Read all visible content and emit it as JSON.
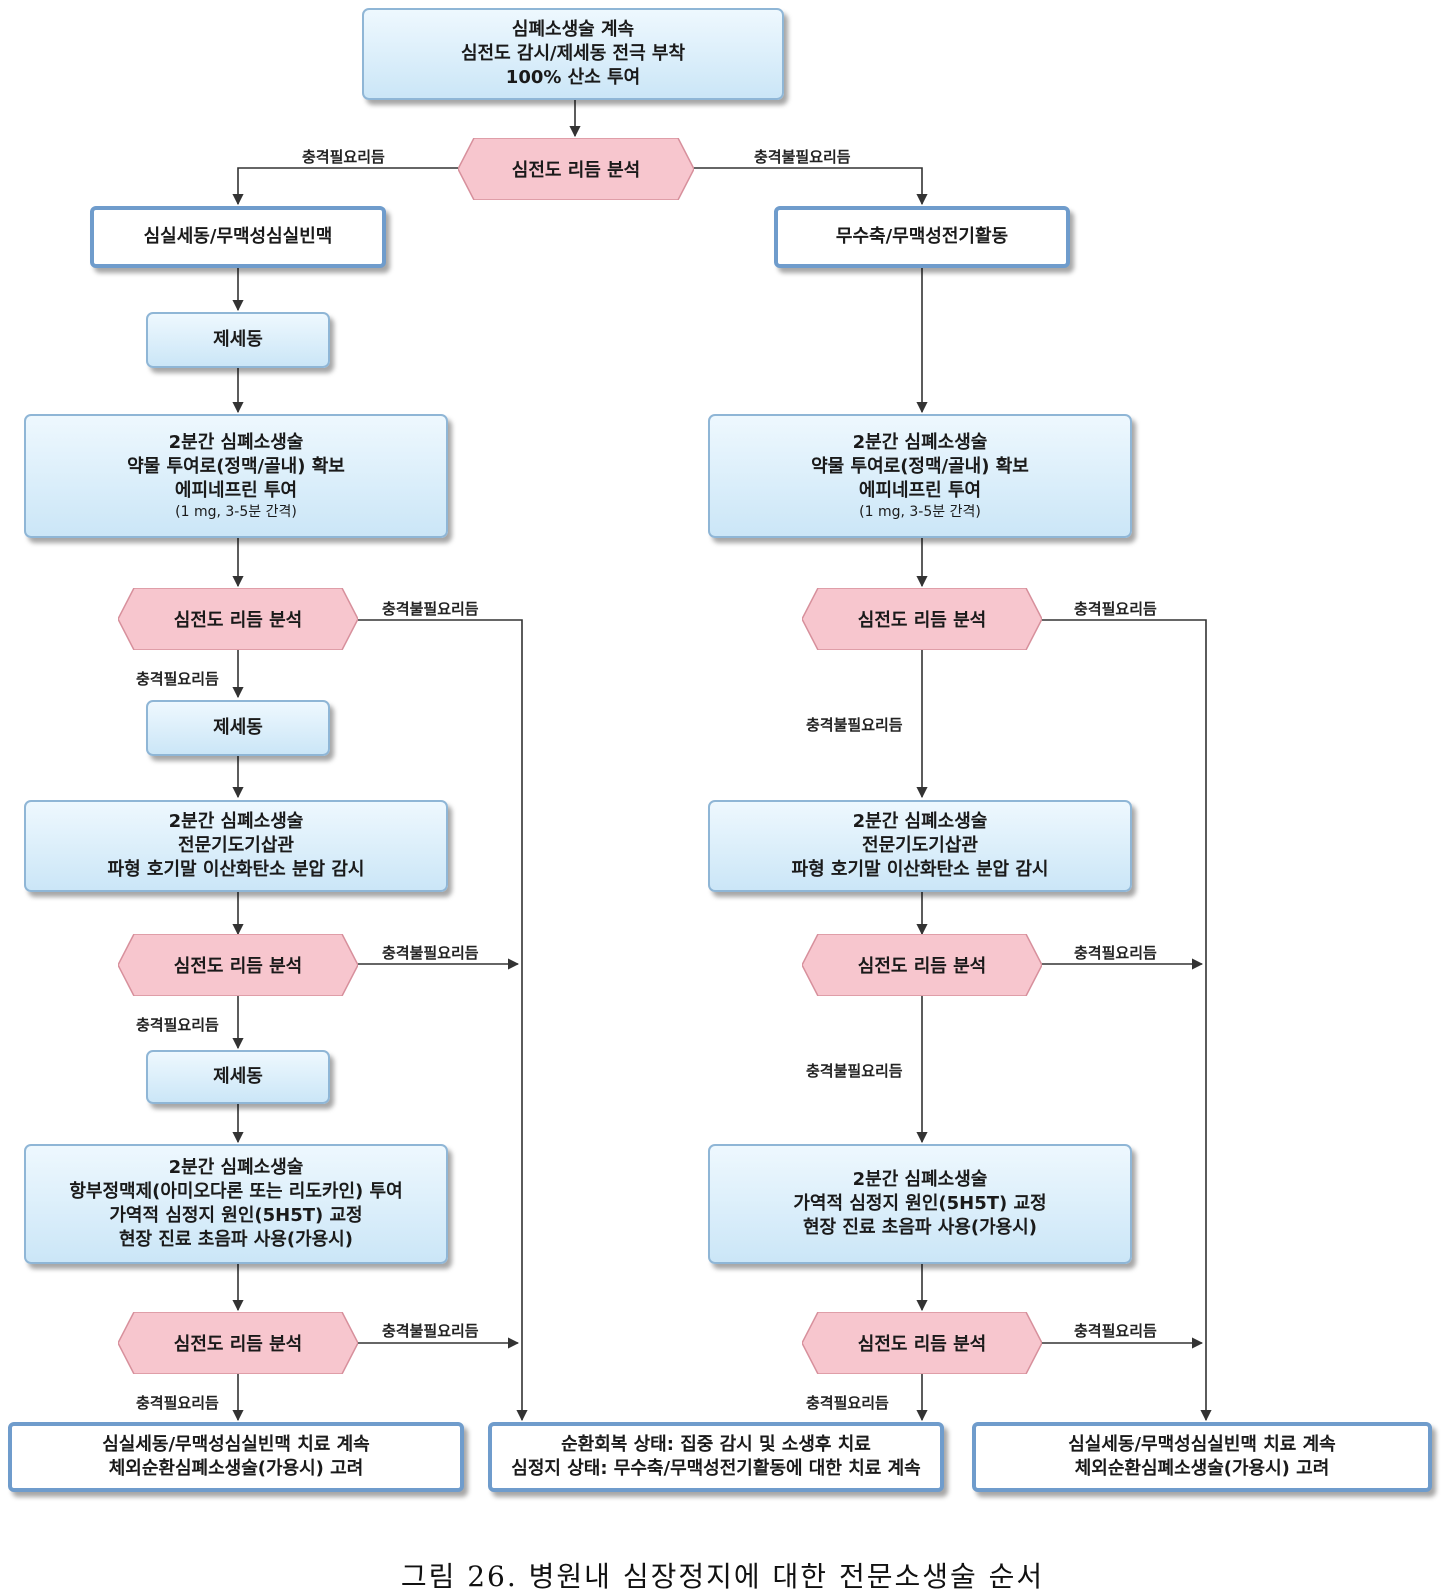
{
  "start": {
    "lines": [
      "심폐소생술 계속",
      "심전도 감시/제세동 전극 부착",
      "100% 산소 투여"
    ]
  },
  "analysis_label": "심전도 리듬 분석",
  "shockable_label": "충격필요리듬",
  "nonshockable_label": "충격불필요리듬",
  "defib_label": "제세동",
  "left": {
    "rhythm": "심실세동/무맥성심실빈맥",
    "cpr1": {
      "lines": [
        "2분간 심폐소생술",
        "약물 투여로(정맥/골내) 확보",
        "에피네프린 투여"
      ],
      "note": "(1 mg, 3-5분 간격)"
    },
    "cpr2": {
      "lines": [
        "2분간 심폐소생술",
        "전문기도기삽관",
        "파형 호기말 이산화탄소 분압 감시"
      ]
    },
    "cpr3": {
      "lines": [
        "2분간 심폐소생술",
        "항부정맥제(아미오다론 또는 리도카인) 투여",
        "가역적 심정지 원인(5H5T) 교정",
        "현장 진료 초음파 사용(가용시)"
      ]
    },
    "end": {
      "lines": [
        "심실세동/무맥성심실빈맥 치료 계속",
        "체외순환심폐소생술(가용시) 고려"
      ]
    }
  },
  "right": {
    "rhythm": "무수축/무맥성전기활동",
    "cpr1": {
      "lines": [
        "2분간 심폐소생술",
        "약물 투여로(정맥/골내) 확보",
        "에피네프린 투여"
      ],
      "note": "(1 mg, 3-5분 간격)"
    },
    "cpr2": {
      "lines": [
        "2분간 심폐소생술",
        "전문기도기삽관",
        "파형 호기말 이산화탄소 분압 감시"
      ]
    },
    "cpr3": {
      "lines": [
        "2분간 심폐소생술",
        "가역적 심정지 원인(5H5T) 교정",
        "현장 진료 초음파 사용(가용시)"
      ]
    },
    "end": {
      "lines": [
        "심실세동/무맥성심실빈맥 치료 계속",
        "체외순환심폐소생술(가용시) 고려"
      ]
    }
  },
  "center_end": {
    "lines": [
      "순환회복 상태: 집중 감시 및 소생후 치료",
      "심정지 상태: 무수축/무맥성전기활동에 대한 치료 계속"
    ]
  },
  "caption": "그림 26. 병원내 심장정지에 대한 전문소생술 순서"
}
